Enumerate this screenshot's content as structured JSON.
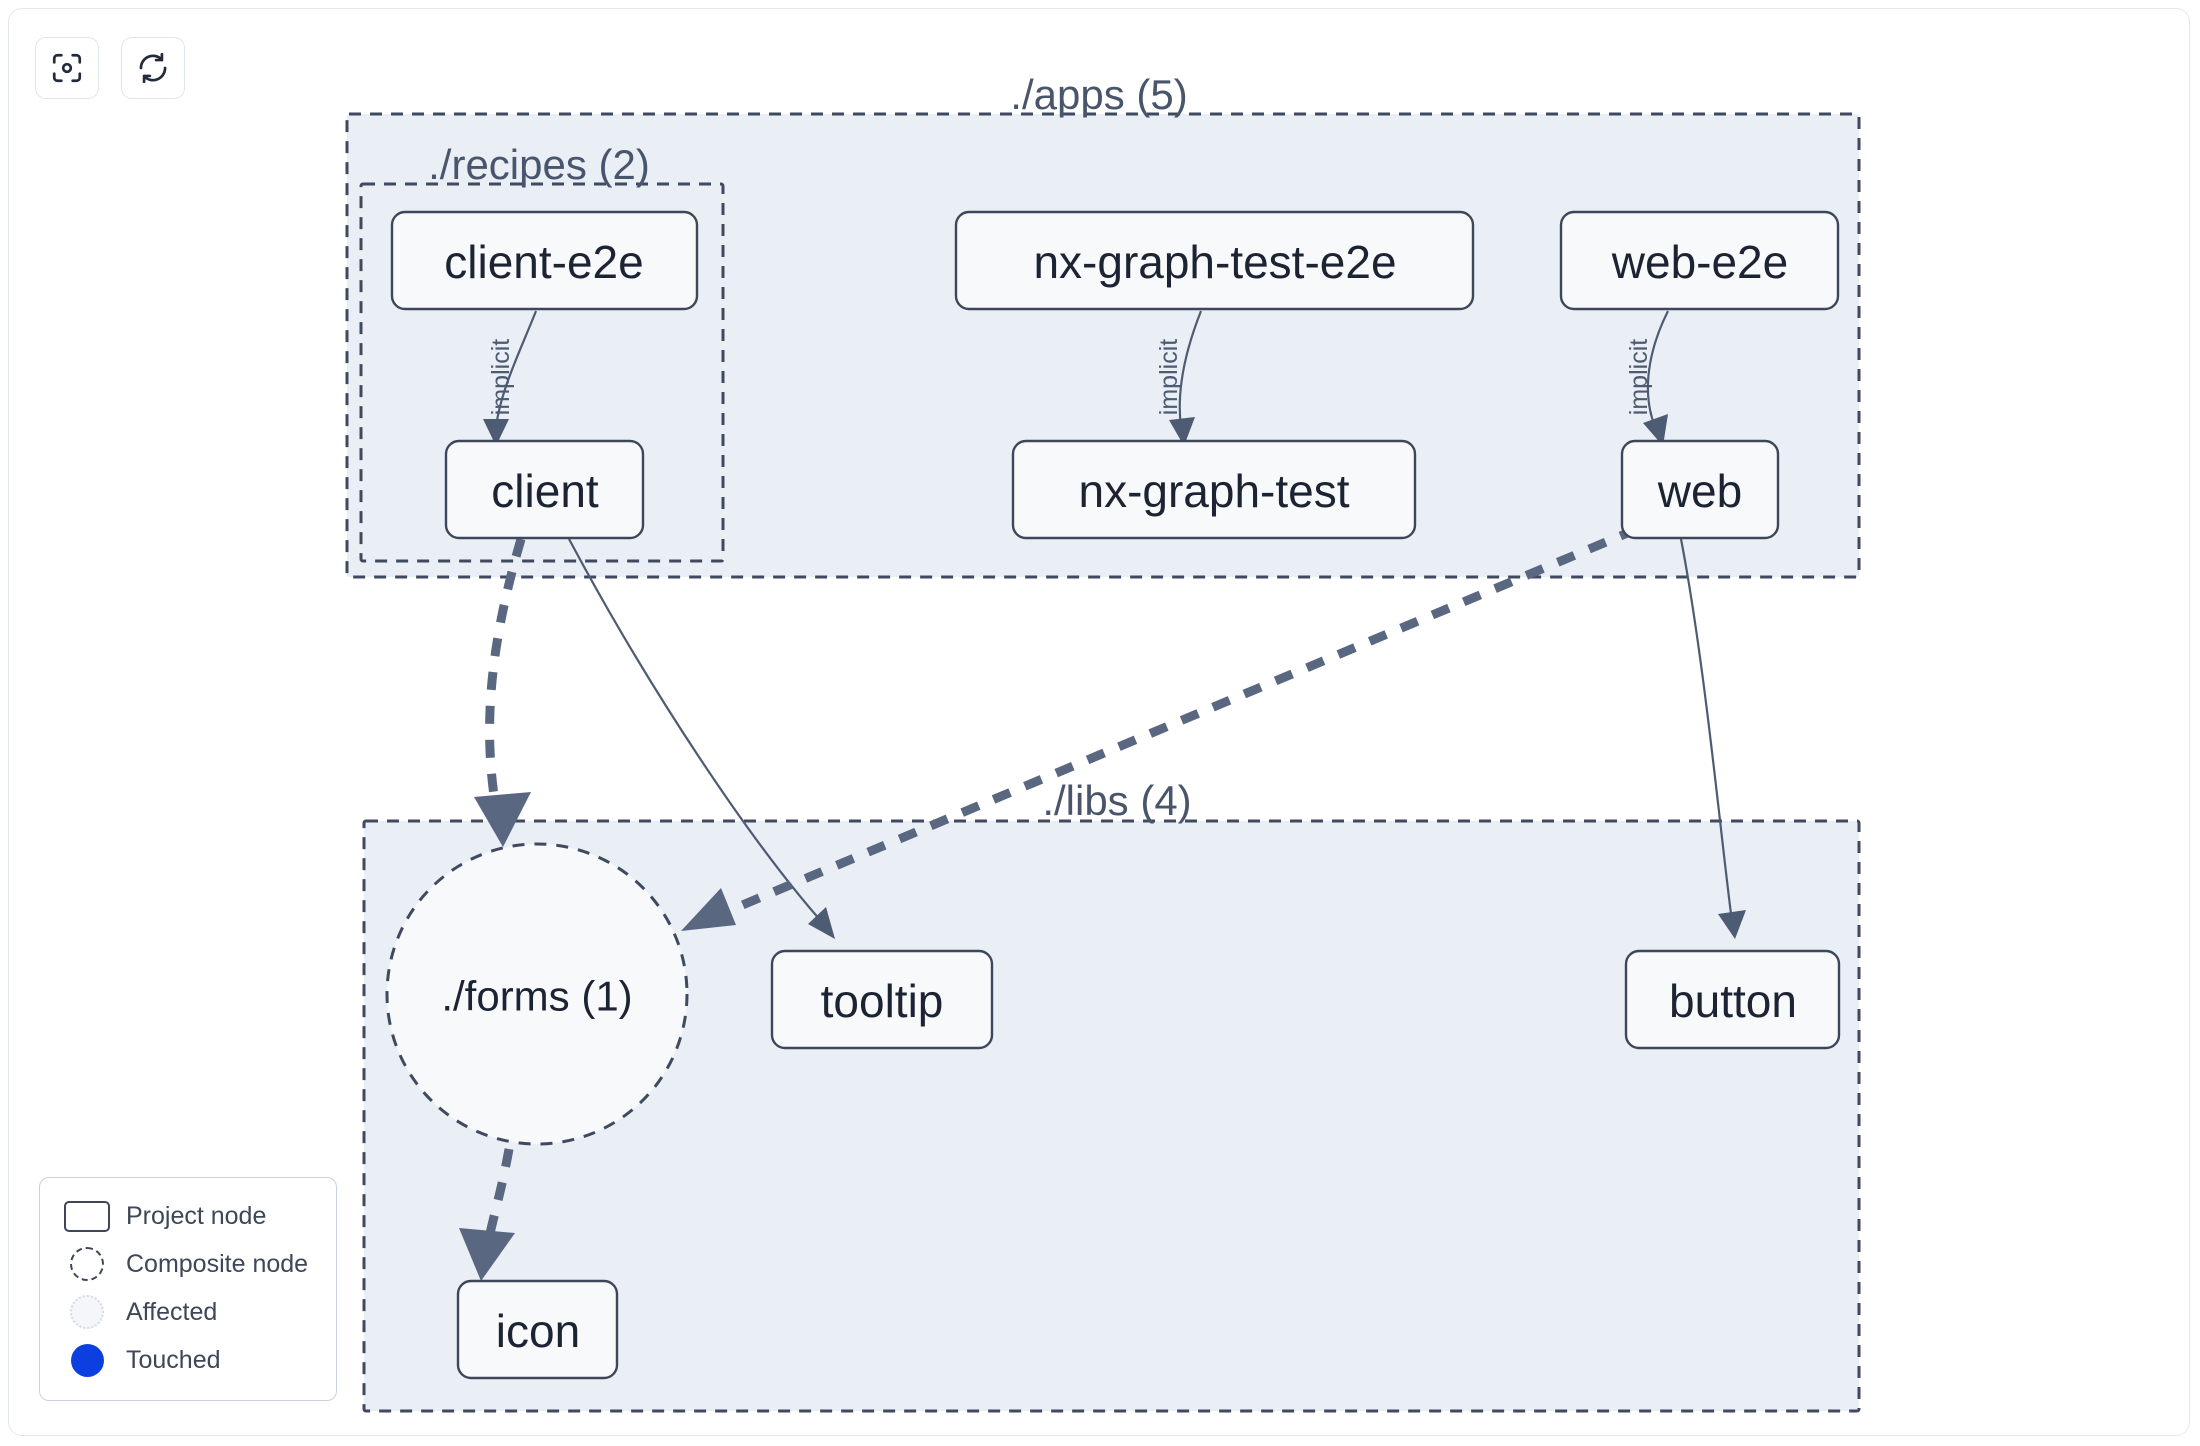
{
  "toolbar": {
    "buttons": [
      {
        "name": "focus-graph-button",
        "icon": "focus-target-icon",
        "label": ""
      },
      {
        "name": "refresh-graph-button",
        "icon": "refresh-icon",
        "label": ""
      }
    ]
  },
  "graph": {
    "groups": [
      {
        "id": "apps",
        "label": "./apps (5)",
        "count": 5
      },
      {
        "id": "recipes",
        "label": "./recipes (2)",
        "count": 2
      },
      {
        "id": "libs",
        "label": "./libs (4)",
        "count": 4
      }
    ],
    "nodes": [
      {
        "id": "client-e2e",
        "label": "client-e2e",
        "type": "project"
      },
      {
        "id": "nx-graph-test-e2e",
        "label": "nx-graph-test-e2e",
        "type": "project"
      },
      {
        "id": "web-e2e",
        "label": "web-e2e",
        "type": "project"
      },
      {
        "id": "client",
        "label": "client",
        "type": "project"
      },
      {
        "id": "nx-graph-test",
        "label": "nx-graph-test",
        "type": "project"
      },
      {
        "id": "web",
        "label": "web",
        "type": "project"
      },
      {
        "id": "forms",
        "label": "./forms (1)",
        "type": "composite"
      },
      {
        "id": "tooltip",
        "label": "tooltip",
        "type": "project"
      },
      {
        "id": "button",
        "label": "button",
        "type": "project"
      },
      {
        "id": "icon",
        "label": "icon",
        "type": "project"
      }
    ],
    "edges": [
      {
        "from": "client-e2e",
        "to": "client",
        "label": "implicit",
        "style": "thin"
      },
      {
        "from": "nx-graph-test-e2e",
        "to": "nx-graph-test",
        "label": "implicit",
        "style": "thin"
      },
      {
        "from": "web-e2e",
        "to": "web",
        "label": "implicit",
        "style": "thin"
      },
      {
        "from": "client",
        "to": "forms",
        "label": "",
        "style": "thick"
      },
      {
        "from": "client",
        "to": "tooltip",
        "label": "",
        "style": "thin"
      },
      {
        "from": "web",
        "to": "forms",
        "label": "",
        "style": "thick"
      },
      {
        "from": "web",
        "to": "button",
        "label": "",
        "style": "thin"
      },
      {
        "from": "forms",
        "to": "icon",
        "label": "",
        "style": "thick"
      }
    ]
  },
  "legend": {
    "items": [
      {
        "swatch": "project-node-swatch",
        "label": "Project node"
      },
      {
        "swatch": "composite-node-swatch",
        "label": "Composite node"
      },
      {
        "swatch": "affected-swatch",
        "label": "Affected"
      },
      {
        "swatch": "touched-swatch",
        "label": "Touched"
      }
    ]
  },
  "colors": {
    "node_stroke": "#3d4759",
    "node_fill": "#f7f9fb",
    "group_fill": "#eaeef5",
    "edge": "#5a6780",
    "touched": "#0b3fe0",
    "canvas_border": "#e3e8f0"
  }
}
